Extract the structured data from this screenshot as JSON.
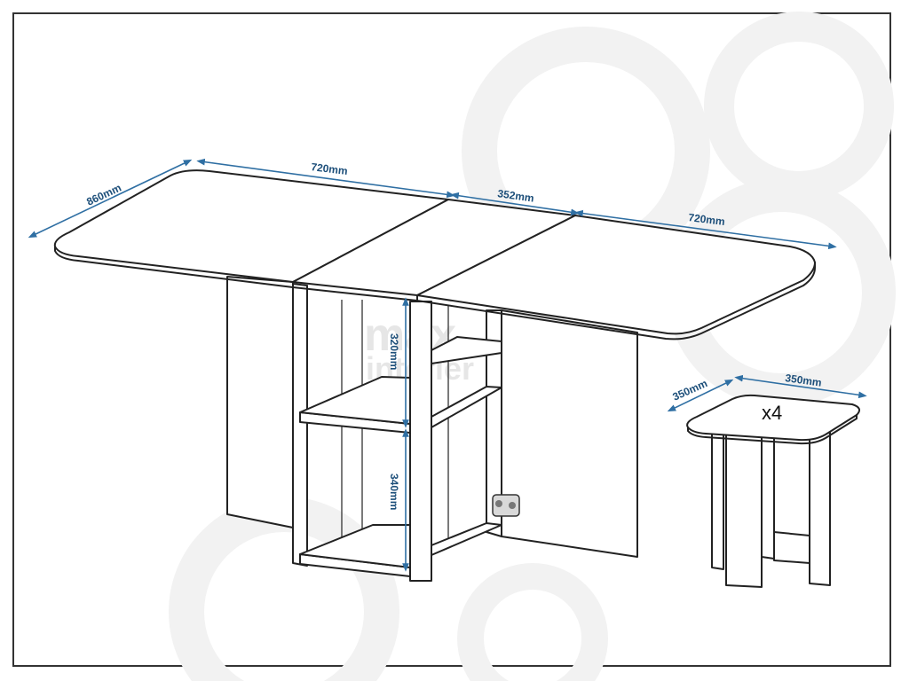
{
  "watermark": {
    "brand_top": "max",
    "brand_bottom": "interier"
  },
  "dimensions": {
    "depth": "860mm",
    "leaf_left": "720mm",
    "center": "352mm",
    "leaf_right": "720mm",
    "shelf_upper": "320mm",
    "shelf_lower": "340mm",
    "stool_depth": "350mm",
    "stool_width": "350mm"
  },
  "stool": {
    "quantity": "x4"
  },
  "colors": {
    "dimension": "#2f6fa3",
    "line": "#222222",
    "watermark": "#e6e6e6"
  }
}
